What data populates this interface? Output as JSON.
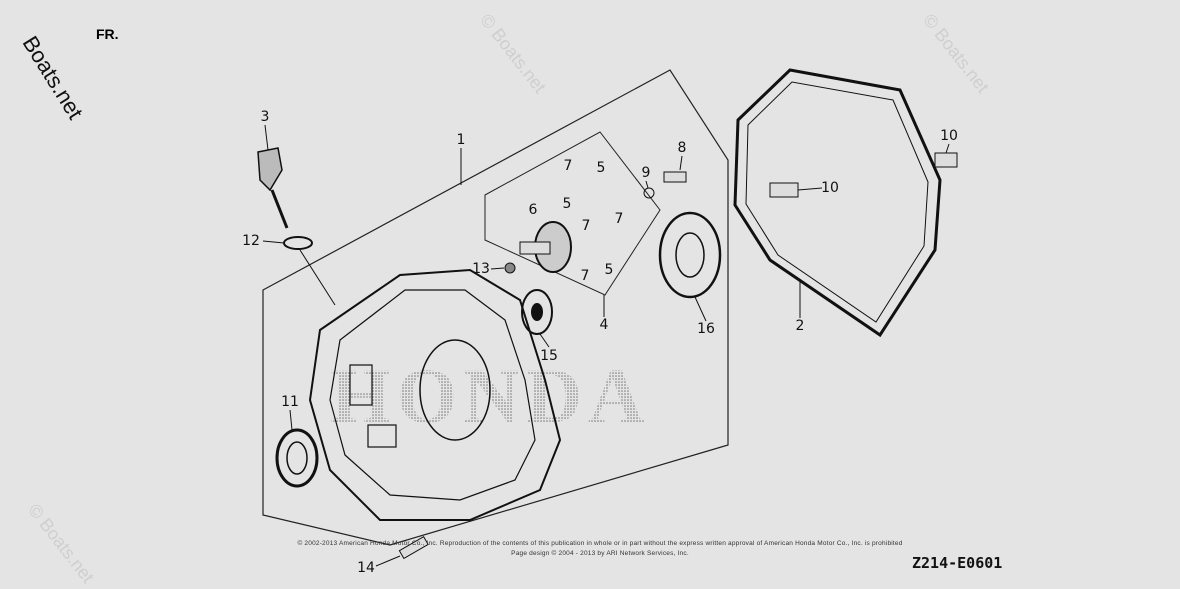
{
  "diagram": {
    "diagram_code": "Z214-E0601",
    "direction_marker": "FR.",
    "watermark_brand": "© Boats.net",
    "logo_text": "Boats.net",
    "background_brand": "HONDA",
    "copyright_line1": "© 2002-2013 American Honda Motor Co., Inc. Reproduction of the contents of this publication in whole or in part without the express written approval of American Honda Motor Co., Inc. is prohibited",
    "copyright_line2": "Page design © 2004 - 2013 by ARI Network Services, Inc.",
    "callouts": [
      "1",
      "2",
      "3",
      "4",
      "5",
      "5",
      "5",
      "6",
      "7",
      "7",
      "7",
      "7",
      "8",
      "9",
      "10",
      "10",
      "11",
      "12",
      "13",
      "14",
      "15",
      "16"
    ]
  }
}
